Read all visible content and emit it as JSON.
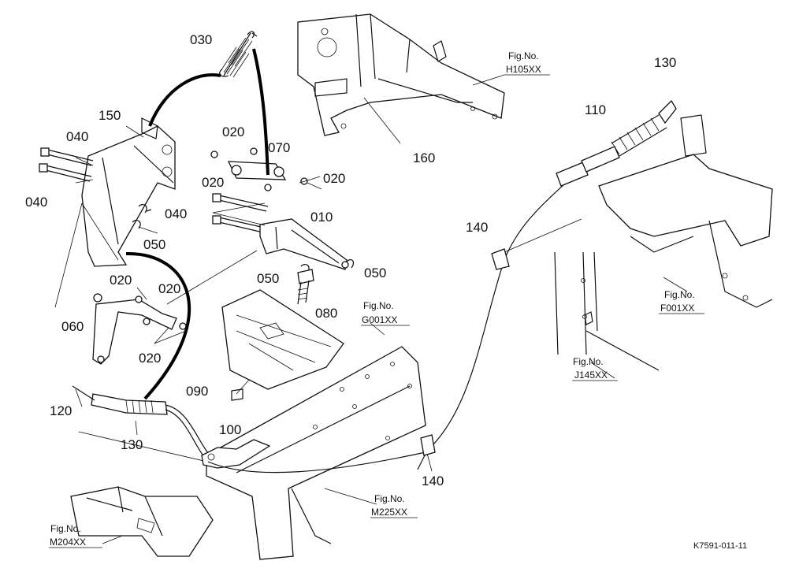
{
  "part_numbers": {
    "p030": "030",
    "p150": "150",
    "p040a": "040",
    "p040b": "040",
    "p040c": "040",
    "p020a": "020",
    "p020b": "020",
    "p020c": "020",
    "p020d": "020",
    "p020e": "020",
    "p020f": "020",
    "p070": "070",
    "p010": "010",
    "p050a": "050",
    "p050b": "050",
    "p050c": "050",
    "p160": "160",
    "p080": "080",
    "p060": "060",
    "p090": "090",
    "p120": "120",
    "p130a": "130",
    "p130b": "130",
    "p100": "100",
    "p140a": "140",
    "p140b": "140",
    "p110": "110"
  },
  "figure_refs": {
    "h105": {
      "line1": "Fig.No.",
      "line2": "H105XX"
    },
    "g001": {
      "line1": "Fig.No.",
      "line2": "G001XX"
    },
    "f001": {
      "line1": "Fig.No.",
      "line2": "F001XX"
    },
    "j145": {
      "line1": "Fig.No.",
      "line2": "J145XX"
    },
    "m225": {
      "line1": "Fig.No.",
      "line2": "M225XX"
    },
    "m204": {
      "line1": "Fig.No.",
      "line2": "M204XX"
    }
  },
  "drawing_code": "K7591-011-11"
}
